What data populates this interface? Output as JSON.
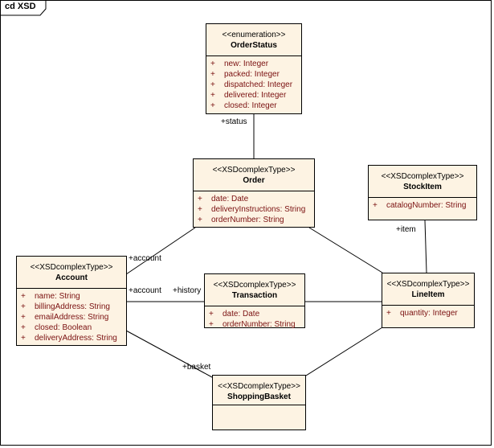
{
  "frame": {
    "label": "cd XSD"
  },
  "classes": {
    "orderStatus": {
      "stereotype": "<<enumeration>>",
      "name": "OrderStatus",
      "attributes": [
        {
          "vis": "+",
          "text": "new:  Integer"
        },
        {
          "vis": "+",
          "text": "packed:  Integer"
        },
        {
          "vis": "+",
          "text": "dispatched:  Integer"
        },
        {
          "vis": "+",
          "text": "delivered:  Integer"
        },
        {
          "vis": "+",
          "text": "closed:  Integer"
        }
      ]
    },
    "order": {
      "stereotype": "<<XSDcomplexType>>",
      "name": "Order",
      "attributes": [
        {
          "vis": "+",
          "text": "date:  Date"
        },
        {
          "vis": "+",
          "text": "deliveryInstructions:  String"
        },
        {
          "vis": "+",
          "text": "orderNumber:  String"
        }
      ]
    },
    "stockItem": {
      "stereotype": "<<XSDcomplexType>>",
      "name": "StockItem",
      "attributes": [
        {
          "vis": "+",
          "text": "catalogNumber:  String"
        }
      ]
    },
    "account": {
      "stereotype": "<<XSDcomplexType>>",
      "name": "Account",
      "attributes": [
        {
          "vis": "+",
          "text": "name:  String"
        },
        {
          "vis": "+",
          "text": "billingAddress:  String"
        },
        {
          "vis": "+",
          "text": "emailAddress:  String"
        },
        {
          "vis": "+",
          "text": "closed:  Boolean"
        },
        {
          "vis": "+",
          "text": "deliveryAddress:  String"
        }
      ]
    },
    "transaction": {
      "stereotype": "<<XSDcomplexType>>",
      "name": "Transaction",
      "attributes": [
        {
          "vis": "+",
          "text": "date:  Date"
        },
        {
          "vis": "+",
          "text": "orderNumber:  String"
        }
      ]
    },
    "lineItem": {
      "stereotype": "<<XSDcomplexType>>",
      "name": "LineItem",
      "attributes": [
        {
          "vis": "+",
          "text": "quantity:  Integer"
        }
      ]
    },
    "shoppingBasket": {
      "stereotype": "<<XSDcomplexType>>",
      "name": "ShoppingBasket",
      "attributes": []
    }
  },
  "roles": {
    "status": "+status",
    "item": "+item",
    "accountOrder": "+account",
    "accountTransaction": "+account",
    "history": "+history",
    "basket": "+basket"
  }
}
